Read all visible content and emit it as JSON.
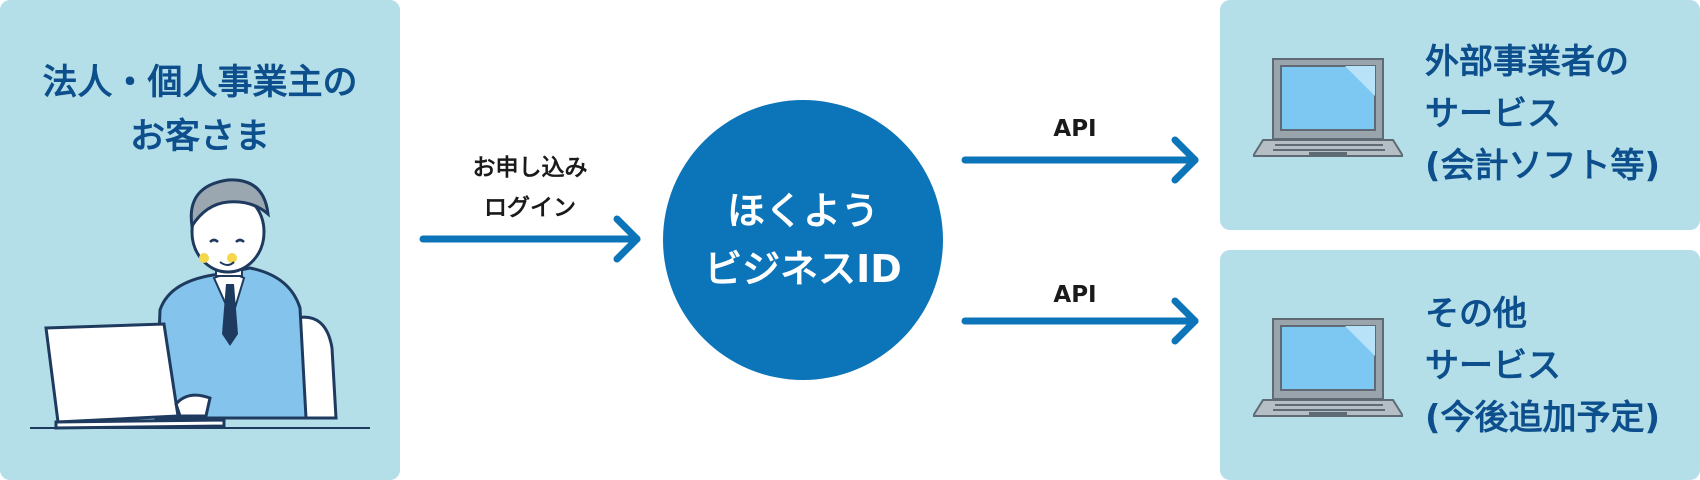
{
  "customer": {
    "title_line1": "法人・個人事業主の",
    "title_line2": "お客さま"
  },
  "apply_arrow": {
    "label_line1": "お申し込み",
    "label_line2": "ログイン"
  },
  "hub": {
    "line1": "ほくよう",
    "line2": "ビジネスID"
  },
  "api_arrows": {
    "top_label": "API",
    "bottom_label": "API"
  },
  "services": [
    {
      "line1": "外部事業者の",
      "line2": "サービス",
      "line3": "(会計ソフト等)"
    },
    {
      "line1": "その他",
      "line2": "サービス",
      "line3": "(今後追加予定)"
    }
  ],
  "colors": {
    "panel_bg": "#b4dfe8",
    "title_text": "#0d4f8c",
    "hub_bg": "#0c74b8",
    "arrow": "#0c74b8"
  }
}
